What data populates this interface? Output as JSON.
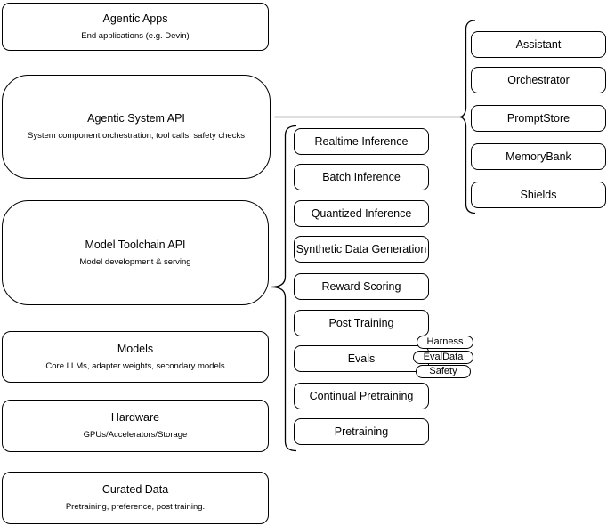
{
  "colors": {
    "stroke": "#000000",
    "fill": "#ffffff",
    "background": "#ffffff",
    "text": "#000000"
  },
  "stack": [
    {
      "title": "Agentic Apps",
      "subtitle": "End applications (e.g. Devin)"
    },
    {
      "title": "Agentic System API",
      "subtitle": "System component orchestration, tool calls, safety checks"
    },
    {
      "title": "Model Toolchain API",
      "subtitle": "Model development & serving"
    },
    {
      "title": "Models",
      "subtitle": "Core LLMs, adapter weights, secondary models"
    },
    {
      "title": "Hardware",
      "subtitle": "GPUs/Accelerators/Storage"
    },
    {
      "title": "Curated Data",
      "subtitle": "Pretraining, preference, post training."
    }
  ],
  "toolchain_items": [
    "Realtime Inference",
    "Batch Inference",
    "Quantized Inference",
    "Synthetic Data Generation",
    "Reward Scoring",
    "Post Training",
    "Evals",
    "Continual Pretraining",
    "Pretraining"
  ],
  "evals_tags": [
    "Harness",
    "EvalData",
    "Safety"
  ],
  "system_components": [
    "Assistant",
    "Orchestrator",
    "PromptStore",
    "MemoryBank",
    "Shields"
  ]
}
